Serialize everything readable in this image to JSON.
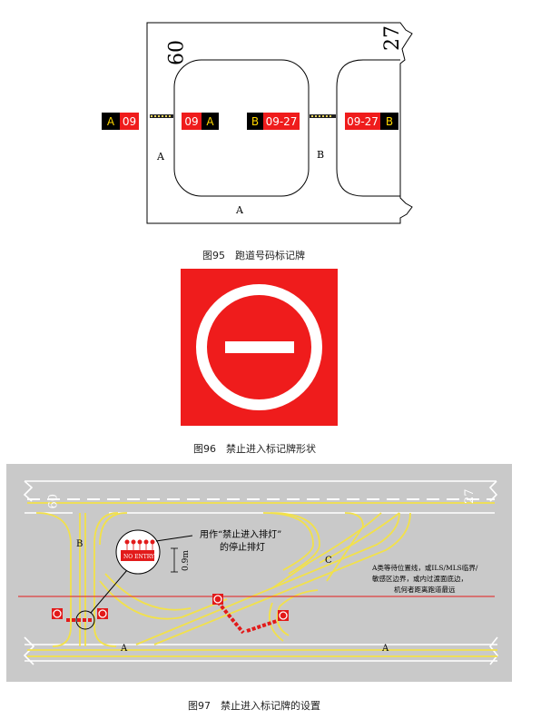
{
  "figure95": {
    "caption": "图95　跑道号码标记牌",
    "runway_left_number": "09",
    "runway_right_number": "27",
    "taxiway_label_a": "A",
    "taxiway_label_b": "B",
    "signs": [
      {
        "parts": [
          {
            "text": "A",
            "style": "blk"
          },
          {
            "text": "09",
            "style": "red"
          }
        ]
      },
      {
        "parts": [
          {
            "text": "09",
            "style": "red"
          },
          {
            "text": "A",
            "style": "blk"
          }
        ]
      },
      {
        "parts": [
          {
            "text": "B",
            "style": "blk"
          },
          {
            "text": "09-27",
            "style": "red"
          }
        ]
      },
      {
        "parts": [
          {
            "text": "09-27",
            "style": "red"
          },
          {
            "text": "B",
            "style": "blk"
          }
        ]
      }
    ]
  },
  "figure96": {
    "caption": "图96　禁止进入标记牌形状",
    "colors": {
      "background": "#ef1c1c",
      "symbol": "#ffffff"
    }
  },
  "figure97": {
    "caption": "图97　禁止进入标记牌的设置",
    "runway_left_number": "09",
    "runway_right_number": "27",
    "taxiway_label_a": "A",
    "taxiway_label_b": "B",
    "taxiway_label_c": "C",
    "callout_line1": "用作“禁止进入排灯”",
    "callout_line2": "的停止排灯",
    "inset_sign_text": "NO ENTRY",
    "dimension_label": "0.9m",
    "note_line1": "A类等待位置线，或ILS/MLS临界/",
    "note_line2": "敏感区边界，或内过渡面底边，",
    "note_line3": "机何者距离跑道最远",
    "colors": {
      "apron": "#c9c9c9",
      "marking": "#f2e14a",
      "stop_line": "#e21a1a"
    }
  }
}
